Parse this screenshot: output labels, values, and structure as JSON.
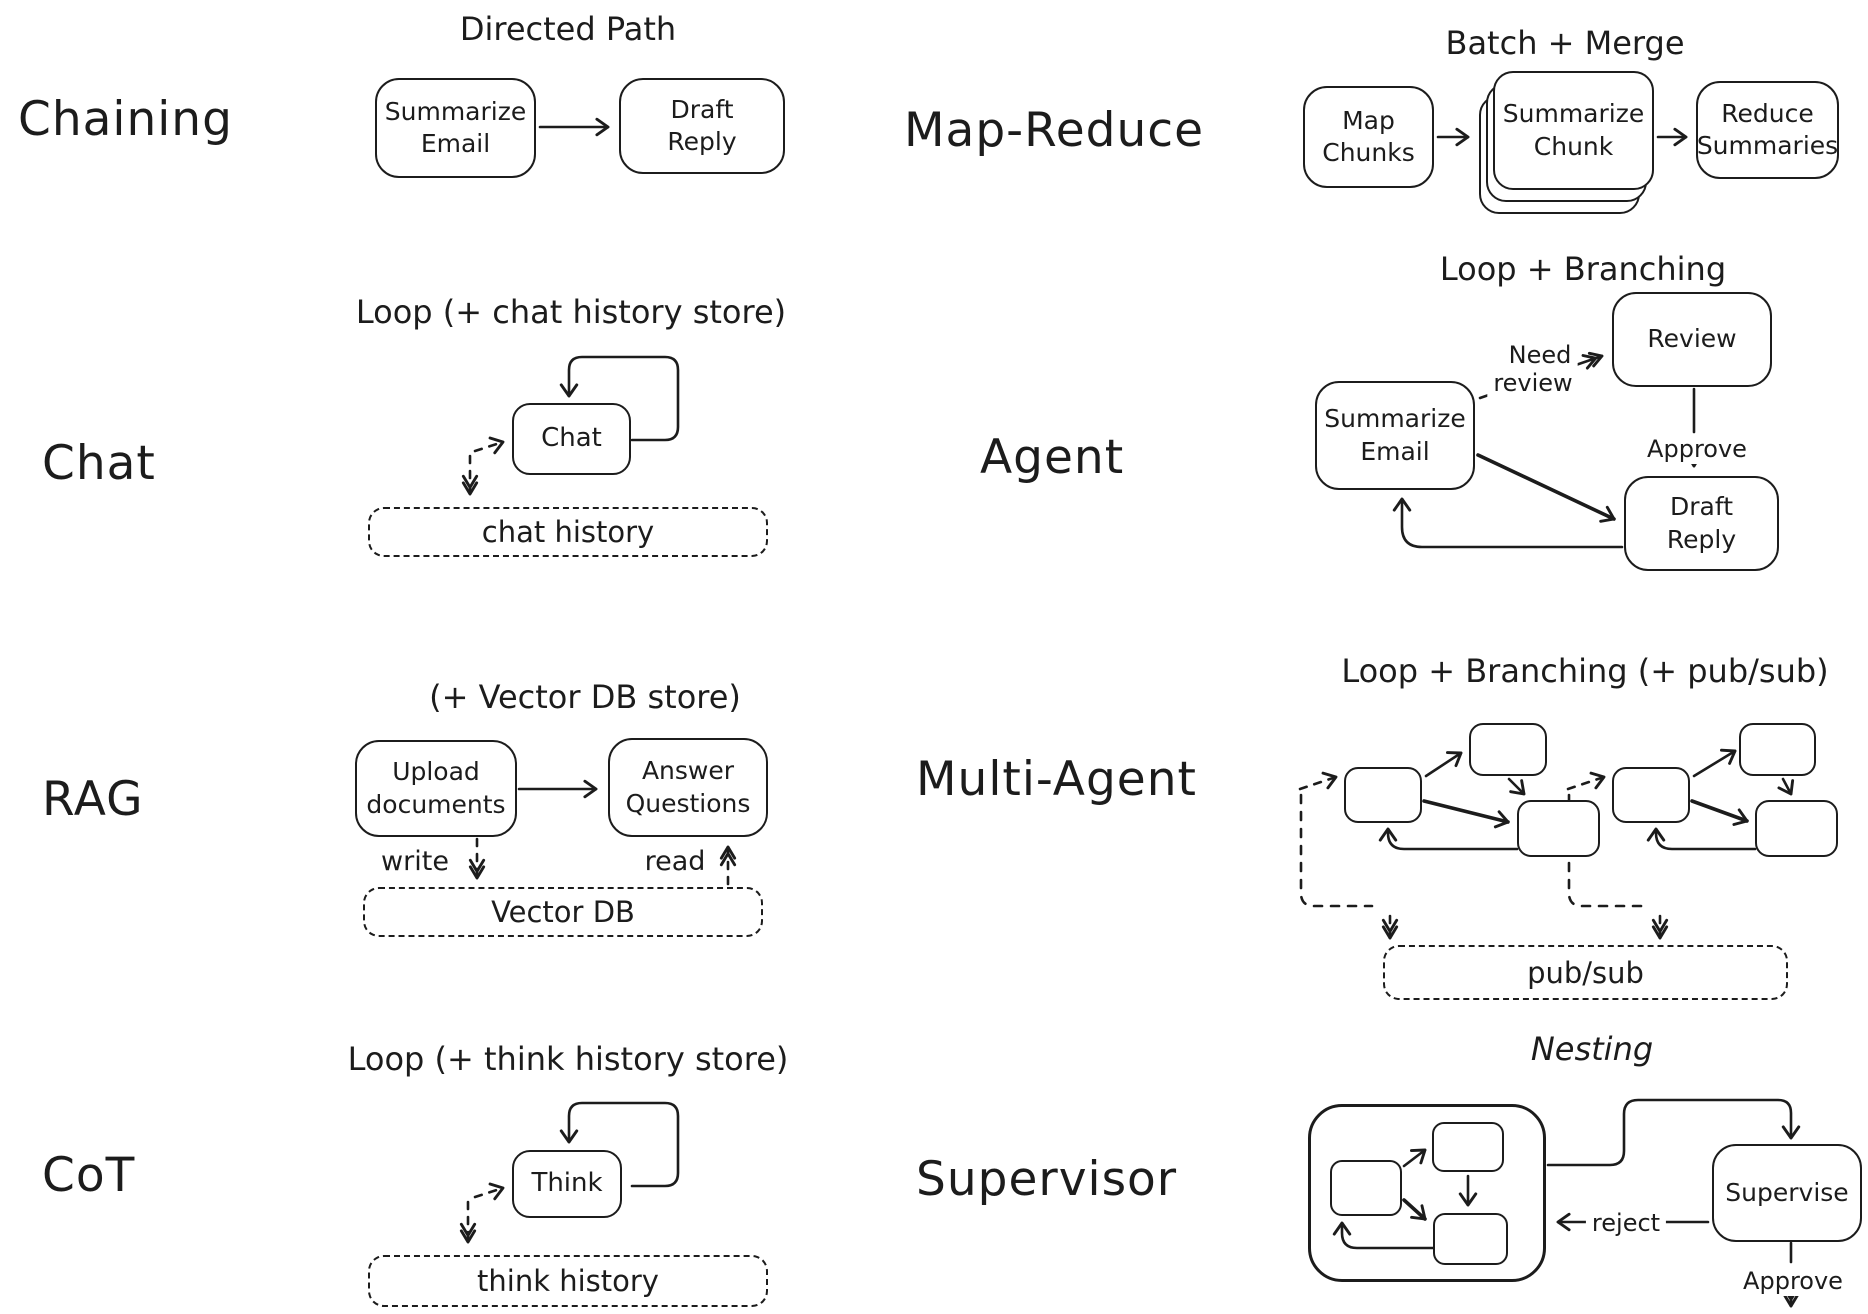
{
  "palette": {
    "ink": "#1c1c1c",
    "background": "#ffffff"
  },
  "chaining": {
    "label": "Chaining",
    "title": "Directed Path",
    "node_summarize": "Summarize Email",
    "node_draft": "Draft Reply"
  },
  "map_reduce": {
    "label": "Map-Reduce",
    "title": "Batch + Merge",
    "node_map": "Map Chunks",
    "node_summarize": "Summarize Chunk",
    "node_reduce": "Reduce Summaries"
  },
  "chat": {
    "label": "Chat",
    "title": "Loop (+ chat history store)",
    "node_chat": "Chat",
    "store": "chat history"
  },
  "agent": {
    "label": "Agent",
    "title": "Loop + Branching",
    "node_summarize": "Summarize Email",
    "node_review": "Review",
    "node_draft": "Draft Reply",
    "edge_need_line1": "Need",
    "edge_need_line2": "review",
    "edge_approve": "Approve"
  },
  "rag": {
    "label": "RAG",
    "title": "(+ Vector DB store)",
    "node_upload": "Upload documents",
    "node_answer": "Answer Questions",
    "edge_write": "write",
    "edge_read": "read",
    "store": "Vector DB"
  },
  "multi_agent": {
    "label": "Multi-Agent",
    "title": "Loop + Branching (+ pub/sub)",
    "store": "pub/sub"
  },
  "cot": {
    "label": "CoT",
    "title": "Loop (+ think history store)",
    "node_think": "Think",
    "store": "think history"
  },
  "supervisor": {
    "label": "Supervisor",
    "title": "Nesting",
    "node_supervise": "Supervise",
    "edge_reject": "reject",
    "edge_approve": "Approve"
  }
}
